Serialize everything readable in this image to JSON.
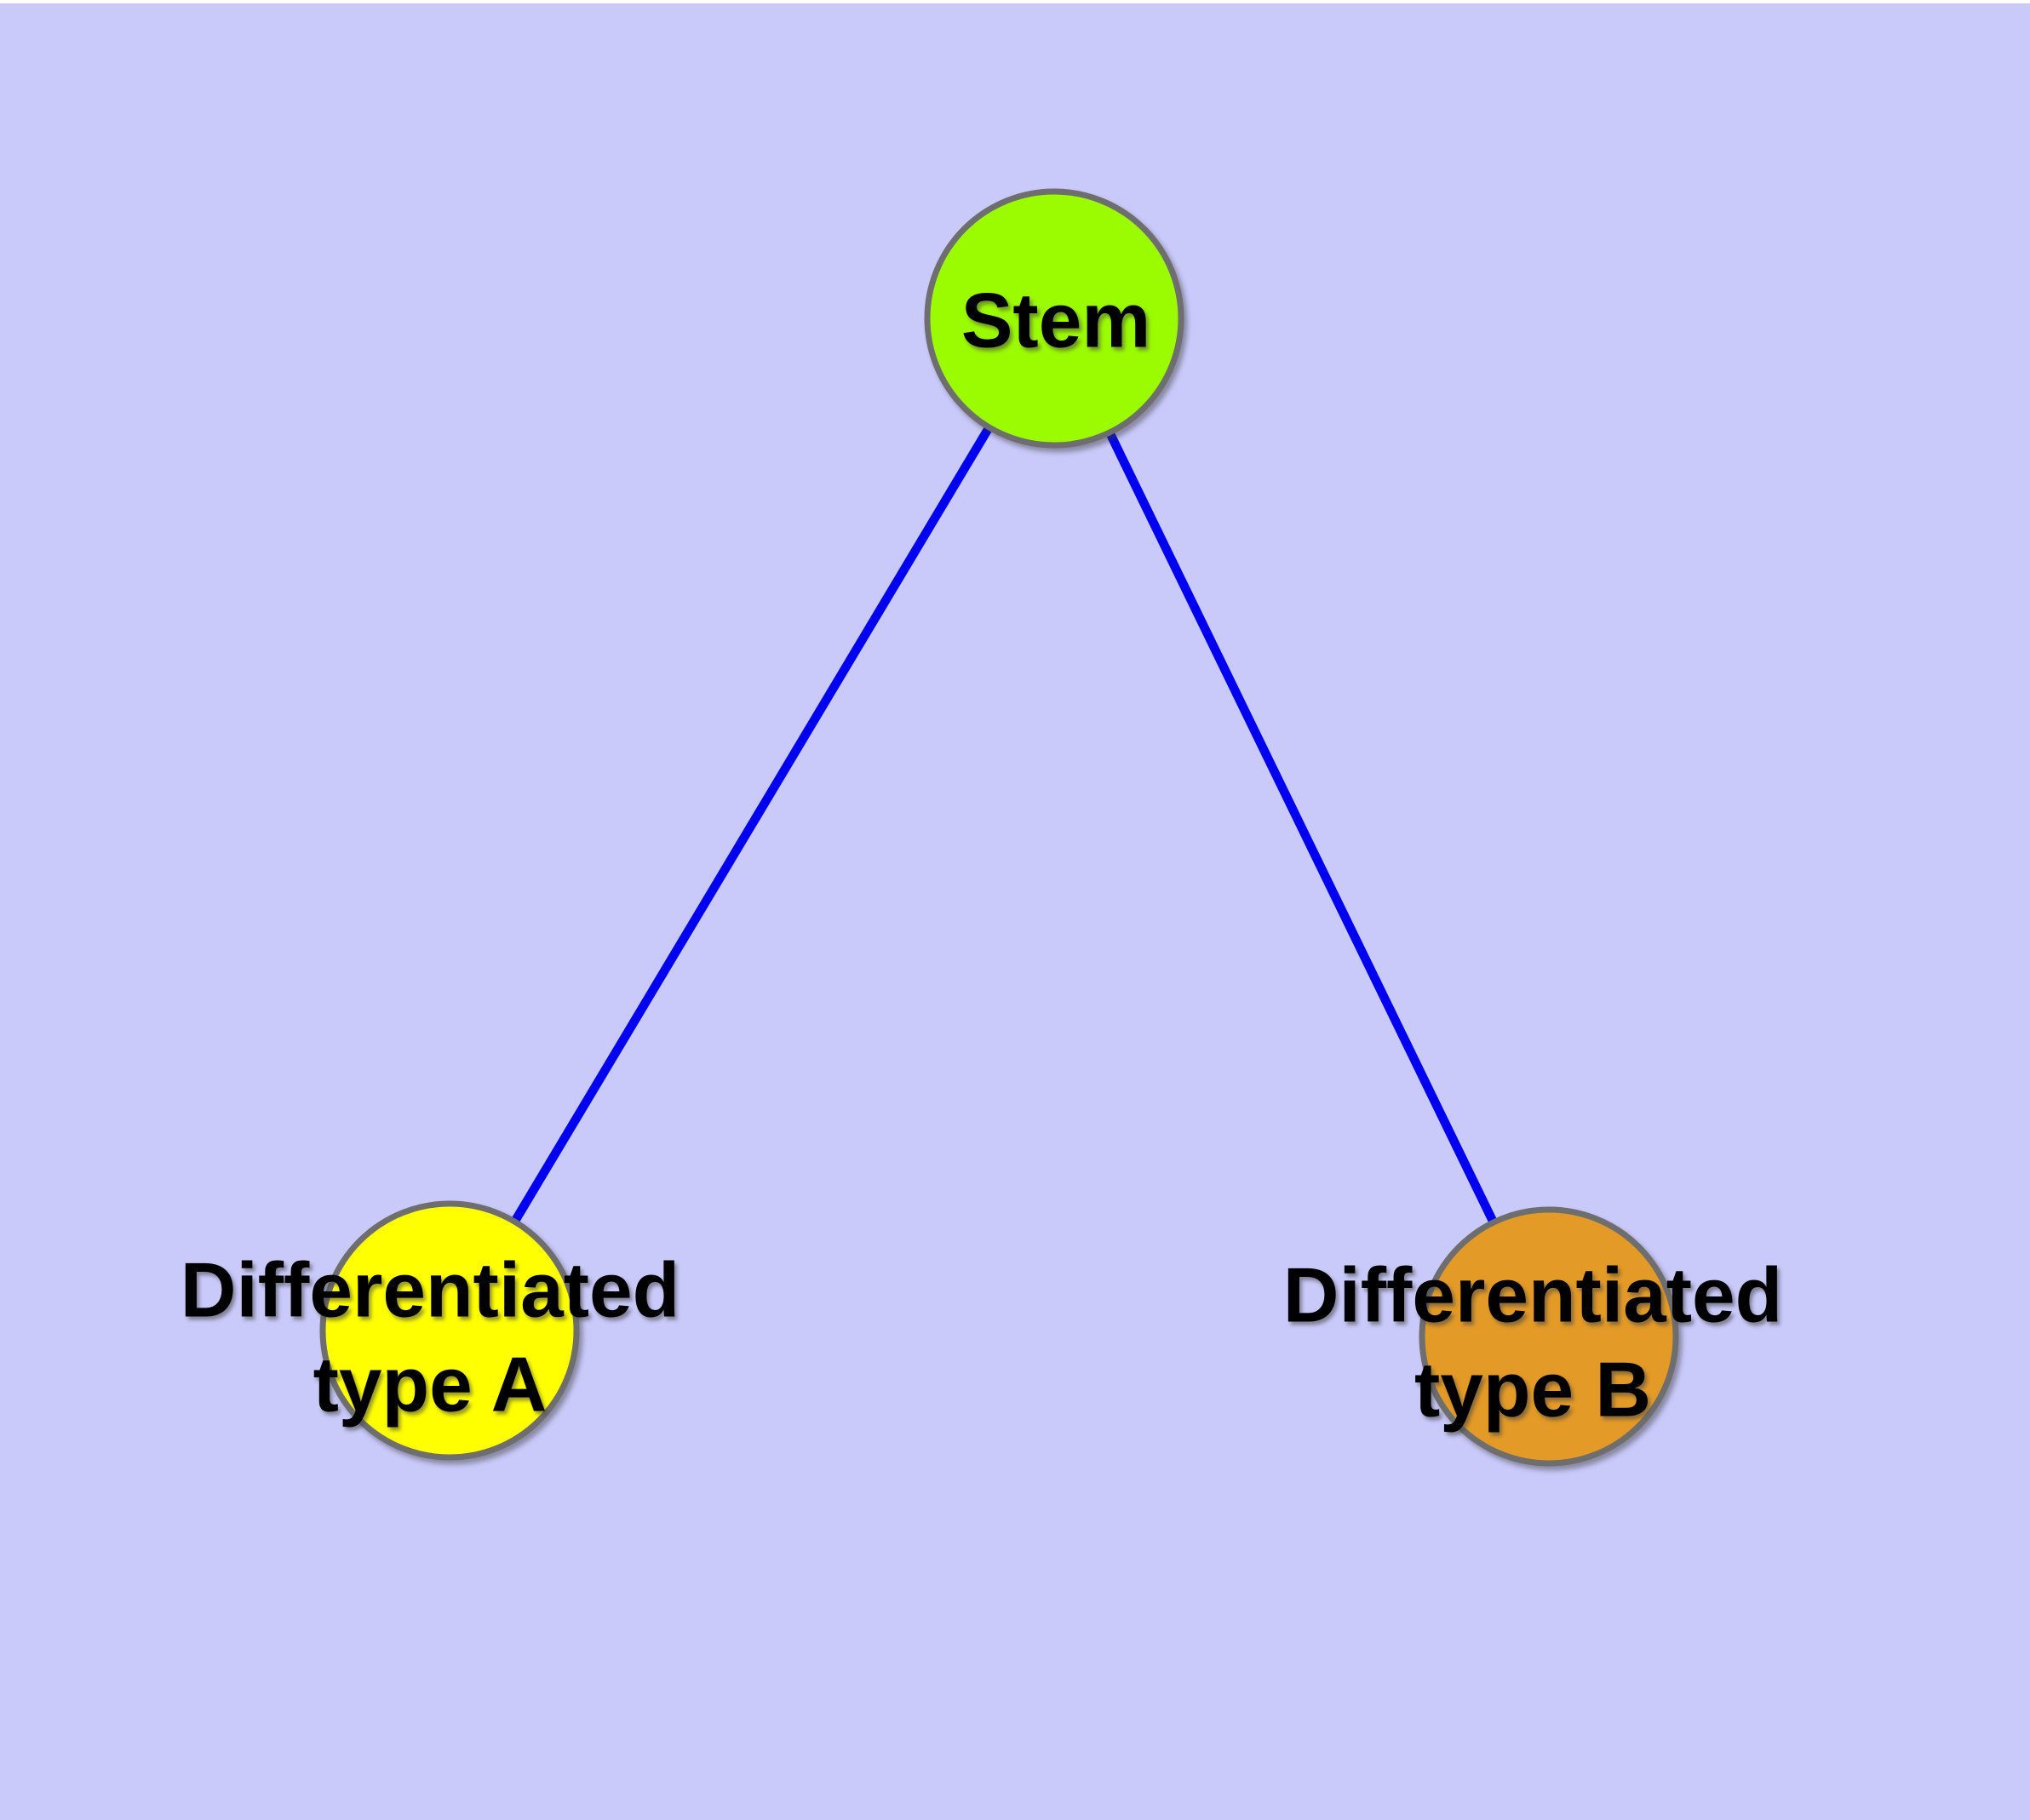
{
  "diagram": {
    "type": "network-graph",
    "colors": {
      "background": "#c9c9fa",
      "top_margin_strip": "#ffffff",
      "edge": "#0000f0",
      "node_border": "#6e6e6e",
      "label": "#000000"
    },
    "nodes": [
      {
        "id": "stem",
        "label": "Stem",
        "label_lines": [
          "Stem"
        ],
        "fill": "#9bfb00"
      },
      {
        "id": "differentiated-type-a",
        "label": "Differentiated type A",
        "label_lines": [
          "Differentiated",
          "type A"
        ],
        "fill": "#ffff00"
      },
      {
        "id": "differentiated-type-b",
        "label": "Differentiated type B",
        "label_lines": [
          "Differentiated",
          "type B"
        ],
        "fill": "#e39a26"
      }
    ],
    "edges": [
      {
        "from": "stem",
        "to": "differentiated-type-a"
      },
      {
        "from": "stem",
        "to": "differentiated-type-b"
      }
    ]
  }
}
